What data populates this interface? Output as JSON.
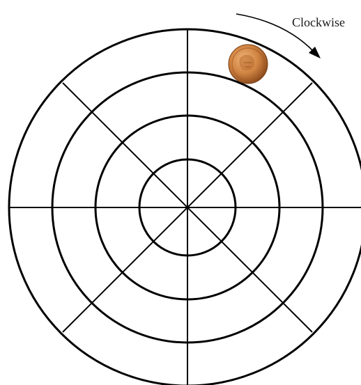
{
  "diagram": {
    "direction_label": "Clockwise",
    "ring_count": 4,
    "spoke_count": 4,
    "line_color": "#000000",
    "background_color": "#ffffff",
    "coin": {
      "icon": "penny-coin-icon",
      "color": "#c47a3a"
    }
  }
}
